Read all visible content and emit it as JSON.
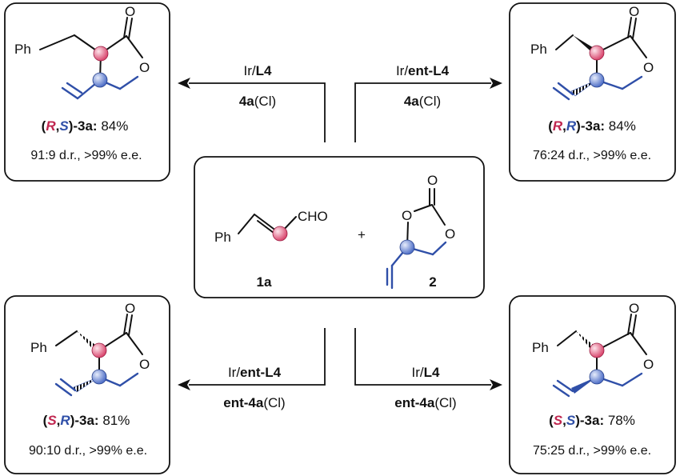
{
  "products": {
    "tl": {
      "desc_a": "R",
      "desc_b": "S",
      "compound": "-3a:",
      "yield": " 84%",
      "selectivity": "91:9 d.r., >99% e.e."
    },
    "tr": {
      "desc_a": "R",
      "desc_b": "R",
      "compound": "-3a:",
      "yield": " 84%",
      "selectivity": "76:24 d.r., >99% e.e."
    },
    "bl": {
      "desc_a": "S",
      "desc_b": "R",
      "compound": "-3a:",
      "yield": " 81%",
      "selectivity": "90:10 d.r., >99% e.e."
    },
    "br": {
      "desc_a": "S",
      "desc_b": "S",
      "compound": "-3a:",
      "yield": " 78%",
      "selectivity": "75:25 d.r., >99% e.e."
    }
  },
  "conditions": {
    "tl": {
      "metal": "Ir/",
      "ligand": "L4",
      "additive": "4a",
      "counterion": "(Cl)"
    },
    "tr": {
      "metal": "Ir/",
      "ligand": "ent-L4",
      "additive": "4a",
      "counterion": "(Cl)"
    },
    "bl": {
      "metal": "Ir/",
      "ligand": "ent-L4",
      "additive": "ent-4a",
      "counterion": "(Cl)"
    },
    "br": {
      "metal": "Ir/",
      "ligand": "L4",
      "additive": "ent-4a",
      "counterion": "(Cl)"
    }
  },
  "reactants": {
    "label_1": "1a",
    "label_2": "2",
    "plus": "+"
  },
  "atoms": {
    "ph": "Ph",
    "o": "O",
    "cho": "CHO",
    "paren_open": "(",
    "paren_close": ")",
    "comma": ","
  },
  "colors": {
    "stereo_red": "#c0264f",
    "stereo_blue": "#2f4fa8",
    "sphere_red": "#e88aa0",
    "sphere_blue": "#8fa6e0"
  }
}
